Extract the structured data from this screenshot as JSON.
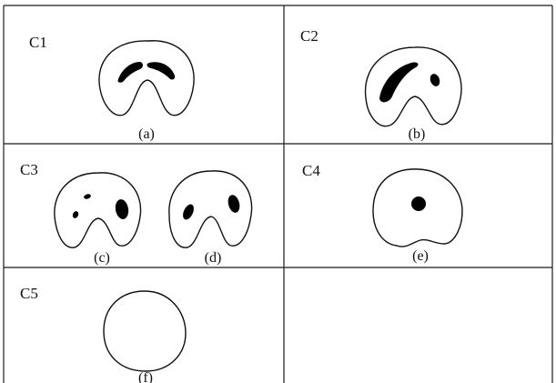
{
  "cells": [
    {
      "label": "C1",
      "panels": [
        "(a)"
      ]
    },
    {
      "label": "C2",
      "panels": [
        "(b)"
      ]
    },
    {
      "label": "C3",
      "panels": [
        "(c)",
        "(d)"
      ]
    },
    {
      "label": "C4",
      "panels": [
        "(e)"
      ]
    },
    {
      "label": "C5",
      "panels": [
        "(f)"
      ]
    }
  ]
}
